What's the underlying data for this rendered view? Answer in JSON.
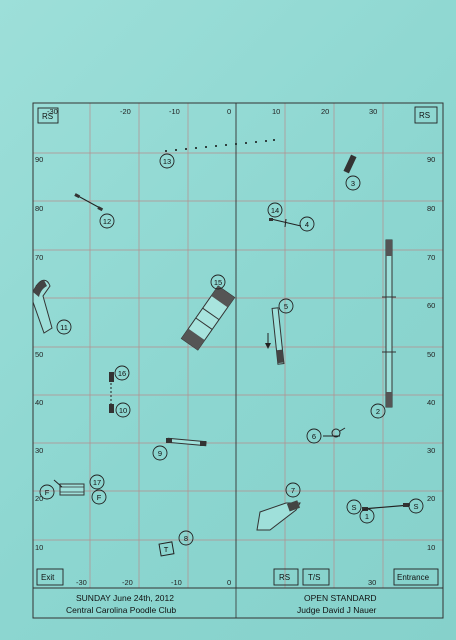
{
  "course": {
    "date": "SUNDAY June 24th, 2012",
    "club": "Central Carolina Poodle Club",
    "class_name": "OPEN STANDARD",
    "judge": "Judge David J Nauer"
  },
  "top_axis_labels": [
    "-30",
    "-20",
    "-10",
    "0",
    "10",
    "20",
    "30"
  ],
  "bottom_axis_labels": [
    "-30",
    "-20",
    "-10",
    "0",
    "30"
  ],
  "left_axis_labels": [
    "90",
    "80",
    "70",
    "60",
    "50",
    "40",
    "30",
    "20",
    "10"
  ],
  "right_axis_labels": [
    "90",
    "80",
    "70",
    "60",
    "50",
    "40",
    "30",
    "20",
    "10"
  ],
  "corner_labels": {
    "top_left": "RS",
    "top_right": "RS"
  },
  "bottom_boxes": {
    "exit": "Exit",
    "rs": "RS",
    "ts": "T/S",
    "entrance": "Entrance"
  },
  "obstacles": {
    "o1": "1",
    "o2": "2",
    "o3": "3",
    "o4": "4",
    "o5": "5",
    "o6": "6",
    "o7": "7",
    "o8": "8",
    "o9": "9",
    "o10": "10",
    "o11": "11",
    "o12": "12",
    "o13": "13",
    "o14": "14",
    "o15": "15",
    "o16": "16",
    "o17": "17"
  },
  "markers": {
    "f": "F",
    "s": "S",
    "t": "T"
  },
  "colors": {
    "background": "#8fd8d2",
    "grid": "#b48a8a",
    "axis": "#333333"
  }
}
